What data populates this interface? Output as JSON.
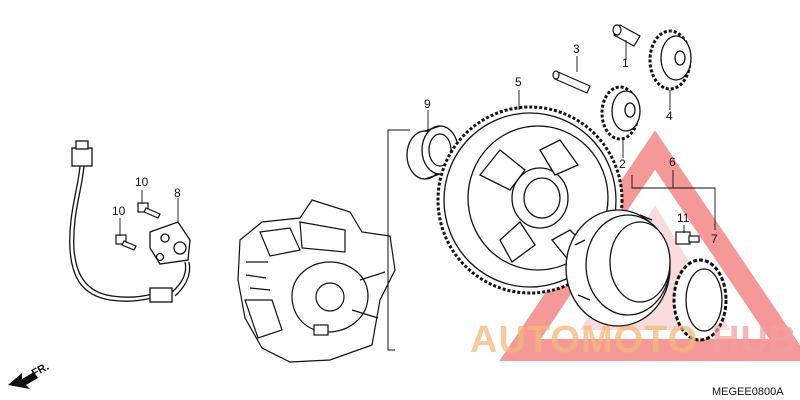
{
  "diagram": {
    "code": "MEGEE0800A",
    "direction_label": "FR.",
    "callouts": [
      {
        "id": "1",
        "label": "1"
      },
      {
        "id": "2",
        "label": "2"
      },
      {
        "id": "3",
        "label": "3"
      },
      {
        "id": "4",
        "label": "4"
      },
      {
        "id": "5",
        "label": "5"
      },
      {
        "id": "6",
        "label": "6"
      },
      {
        "id": "7",
        "label": "7"
      },
      {
        "id": "8",
        "label": "8"
      },
      {
        "id": "9",
        "label": "9"
      },
      {
        "id": "10a",
        "label": "10"
      },
      {
        "id": "10b",
        "label": "10"
      },
      {
        "id": "11",
        "label": "11"
      }
    ]
  },
  "watermark": {
    "part1": "AUTOMOTO",
    "part2": "HUB",
    "color_primary": "#f5b87a",
    "color_secondary": "#f2a0a0",
    "logo_color": "#ee4444"
  }
}
